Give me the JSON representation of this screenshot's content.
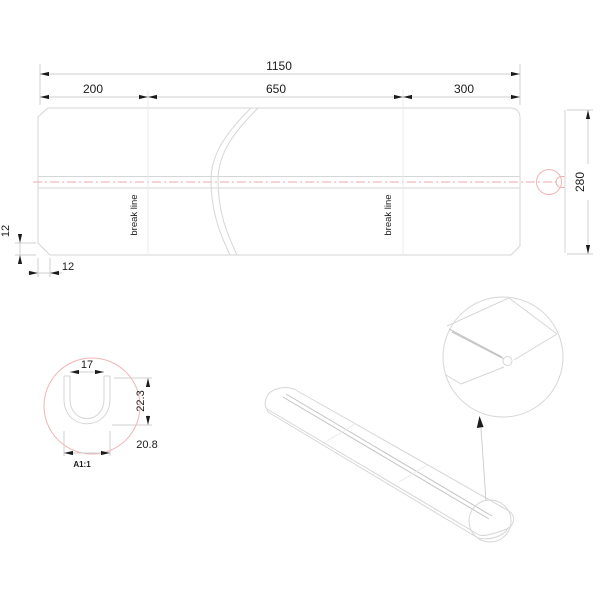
{
  "front_view": {
    "dim_total": "1150",
    "dim_seg_left": "200",
    "dim_seg_mid": "650",
    "dim_seg_right": "300",
    "dim_height": "280",
    "dim_corner_vertical": "12",
    "dim_corner_horizontal": "12",
    "break_label_left": "break line",
    "break_label_right": "break line"
  },
  "detail_view": {
    "dim_opening": "17",
    "dim_depth": "22.3",
    "dim_width": "20.8",
    "scale_label": "A1:1"
  },
  "colors": {
    "background": "#ffffff",
    "line": "#d6d6d6",
    "line_dark": "#c4c4c4",
    "pink": "#f2b4b4",
    "centerline": "#efa9a9",
    "faint": "#e8ebee",
    "dim_line": "#cfcfcf",
    "text": "#1b1b1b"
  }
}
